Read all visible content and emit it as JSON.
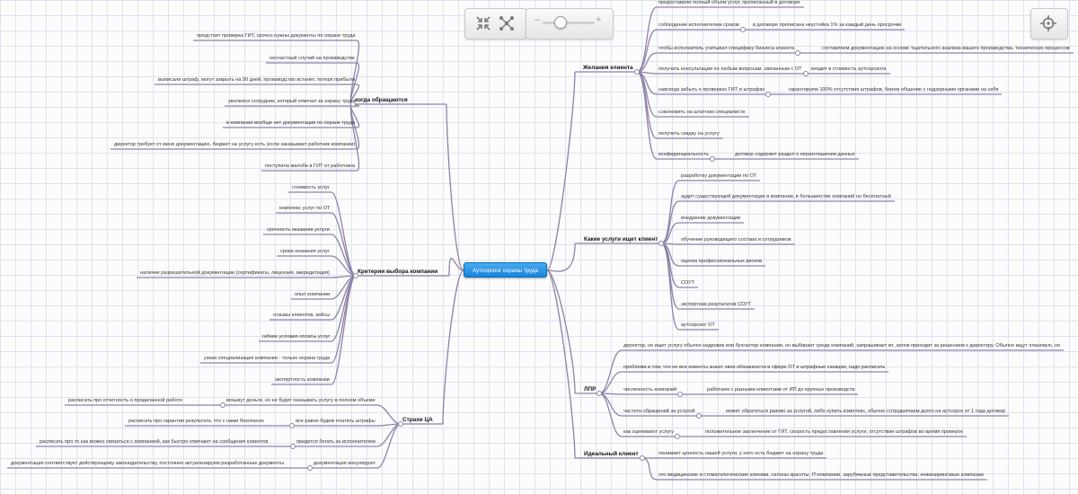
{
  "toolbar": {
    "icons": [
      "collapse-icon",
      "layout-network-icon",
      "center-target-icon"
    ],
    "zoom_minus": "–",
    "zoom_plus": "+",
    "zoom_level": 0.35
  },
  "map": {
    "root": "Аутсорсинг охраны труда",
    "branches": [
      {
        "title": "когда обращаются",
        "items": [
          {
            "text": "предстоит проверка ГИТ, срочно нужны документы по охране труда"
          },
          {
            "text": "несчастный случай на производстве"
          },
          {
            "text": "выписали штраф, могут закрыть на 90 дней, производство встанет, потеря прибыли"
          },
          {
            "text": "уволился сотрудник, который отвечал за охрану труда"
          },
          {
            "text": "в компании вообще нет документации по охране труда"
          },
          {
            "text": "директор требует от меня документацию, бюджет на услугу есть (если заказывает работник компании)"
          },
          {
            "text": "поступила жалоба в ГИТ от работника"
          }
        ]
      },
      {
        "title": "Критерии выбора компании",
        "items": [
          {
            "text": "стоимость услуг"
          },
          {
            "text": "комплекс услуг по ОТ"
          },
          {
            "text": "срочность оказания услуги"
          },
          {
            "text": "сроки оказания услуг"
          },
          {
            "text": "наличие разрешительной документации (сертификаты, лицензия, аккредитация)"
          },
          {
            "text": "опыт компании"
          },
          {
            "text": "отзывы клиентов, кейсы"
          },
          {
            "text": "гибкие условия оплаты услуг"
          },
          {
            "text": "узкая специализация компании - только охрана труда"
          },
          {
            "text": "экспертность компании"
          }
        ]
      },
      {
        "title": "Страхи ЦА",
        "items": [
          {
            "text": "возьмут деньги, но не будет оказывать услугу в полном объеме",
            "child": "расписать про отчетность о проделанной работе"
          },
          {
            "text": "все равно будем платить штрафы",
            "child": "расписать про гарантии результата, что с нами безопасно"
          },
          {
            "text": "придется бегать за исполнителем",
            "child": "расписать про то как можно связаться с компанией, как быстро отвечают на сообщения клиентов"
          },
          {
            "text": "документация аннулируют",
            "child": "документация соответствует действующему законодательству, постоянно актуализируем разработанные документы"
          }
        ]
      },
      {
        "title": "Желания клиента",
        "items": [
          {
            "text": "предоставили полный объем услуг, прописанный в договоре"
          },
          {
            "text": "соблюдение исполнителем сроков",
            "child": "в договоре прописана неустойка 1% за каждый день просрочки"
          },
          {
            "text": "чтобы исполнитель учитывал специфику бизнеса клиента",
            "child": "составляем документацию на основе тщательного анализа вашего производства, технических процессов"
          },
          {
            "text": "получать консультации по любым вопросам, связанным с ОТ",
            "child": "входит в стоимость аутсорсинга"
          },
          {
            "text": "навсегда забыть о проверках ГИТ и штрафах",
            "child": "гарантируем 100% отсутствия штрафов, берем общение с надзорными органами на себя"
          },
          {
            "text": "сэкономить на штатном специалисте"
          },
          {
            "text": "получить скидку на услугу"
          },
          {
            "text": "конфиденциальность",
            "child": "договор содержит раздел о неразглашении данных"
          }
        ]
      },
      {
        "title": "Какие услуги ищет клиент",
        "items": [
          {
            "text": "разработку документации по ОТ"
          },
          {
            "text": "аудит существующей документации в компании, в большинстве компаний он бесплатный"
          },
          {
            "text": "внедрение документации"
          },
          {
            "text": "обучение руководящего состава и сотрудников"
          },
          {
            "text": "оценка профессиональных рисков"
          },
          {
            "text": "СОУТ"
          },
          {
            "text": "экспертиза результатов СОУТ"
          },
          {
            "text": "аутсорсинг ОТ"
          }
        ]
      },
      {
        "title": "ЛПР",
        "items": [
          {
            "text": "директор, но ищет услугу обычно кадровик или бухгалтер компании, он выбирает среди компаний, запрашивает кп, затем приходит за решением к директору. Обычно ищут плановую, но"
          },
          {
            "text": "проблема в том, что не все клиенты знают свои обязанности в сфере ОТ и штрафные санкции, надо расписать"
          },
          {
            "text": "численность компаний",
            "child": "работаем с разными клиентами от ИП до крупных производств"
          },
          {
            "text": "частота обращений за услугой",
            "child": "может обратиться разово за услугой, либо купить комплекс, обычно сотрудничаем долго на аутсорсе от 1 года договор"
          },
          {
            "text": "как оценивают услугу",
            "child": "положительное заключение от ГИТ, скорость предоставления услуги, отсутствие штрафов во время проверок"
          }
        ]
      },
      {
        "title": "Идеальный клиент",
        "items": [
          {
            "text": "понимает ценность нашей услуги, у него есть бюджет на охрану труда"
          },
          {
            "text": "это медицинские и стоматологические клиники, салоны красоты, IT-компании, зарубежные представительства, инжиниринговые компании"
          }
        ]
      }
    ]
  }
}
